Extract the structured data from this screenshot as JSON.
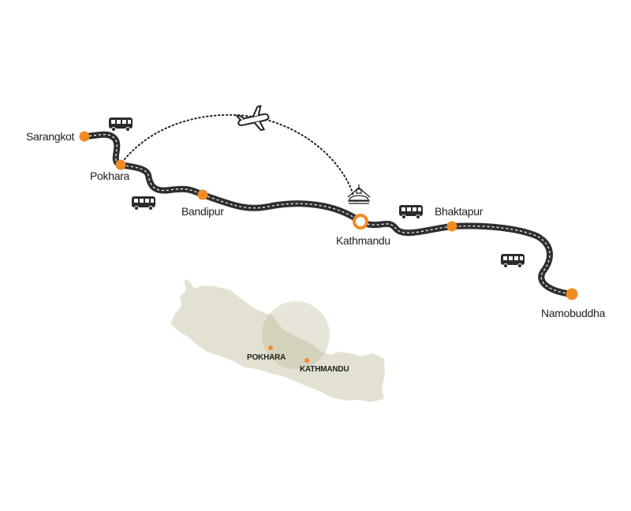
{
  "colors": {
    "accent": "#f28a24",
    "road": "#2f2f2f",
    "land": "#e3e2d2",
    "highlight": "#c9c6ad"
  },
  "route": {
    "stops": [
      {
        "name": "Sarangkot"
      },
      {
        "name": "Pokhara"
      },
      {
        "name": "Bandipur"
      },
      {
        "name": "Kathmandu"
      },
      {
        "name": "Bhaktapur"
      },
      {
        "name": "Namobuddha"
      }
    ],
    "icons": [
      "bus-icon",
      "bus-icon",
      "bus-icon",
      "bus-icon",
      "airplane-icon",
      "stupa-icon"
    ]
  },
  "inset_map": {
    "cities": [
      {
        "name": "POKHARA"
      },
      {
        "name": "KATHMANDU"
      }
    ]
  }
}
